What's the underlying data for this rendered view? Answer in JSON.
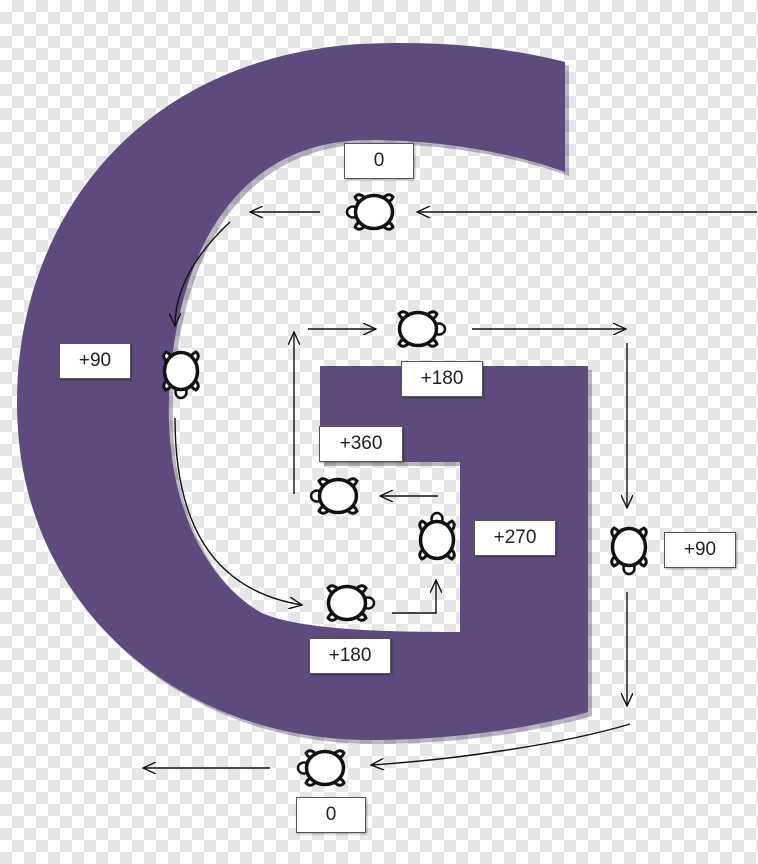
{
  "colors": {
    "letter_fill": "#5e4a7d",
    "letter_shadow": "#3b2d52",
    "arrow": "#111111",
    "turtle_stroke": "#111111",
    "label_bg": "#ffffff"
  },
  "labels": {
    "top_start": "0",
    "left": "+90",
    "upper_inner": "+180",
    "inner": "+360",
    "inner_right": "+270",
    "right": "+90",
    "bottom_mid": "+180",
    "bottom_end": "0"
  },
  "turtles": [
    {
      "id": "turtle-top",
      "heading": "left"
    },
    {
      "id": "turtle-left",
      "heading": "down"
    },
    {
      "id": "turtle-upper-inner",
      "heading": "right"
    },
    {
      "id": "turtle-right",
      "heading": "down"
    },
    {
      "id": "turtle-inner-right",
      "heading": "up"
    },
    {
      "id": "turtle-inner",
      "heading": "left"
    },
    {
      "id": "turtle-bottom-mid",
      "heading": "right"
    },
    {
      "id": "turtle-bottom-end",
      "heading": "left"
    }
  ]
}
